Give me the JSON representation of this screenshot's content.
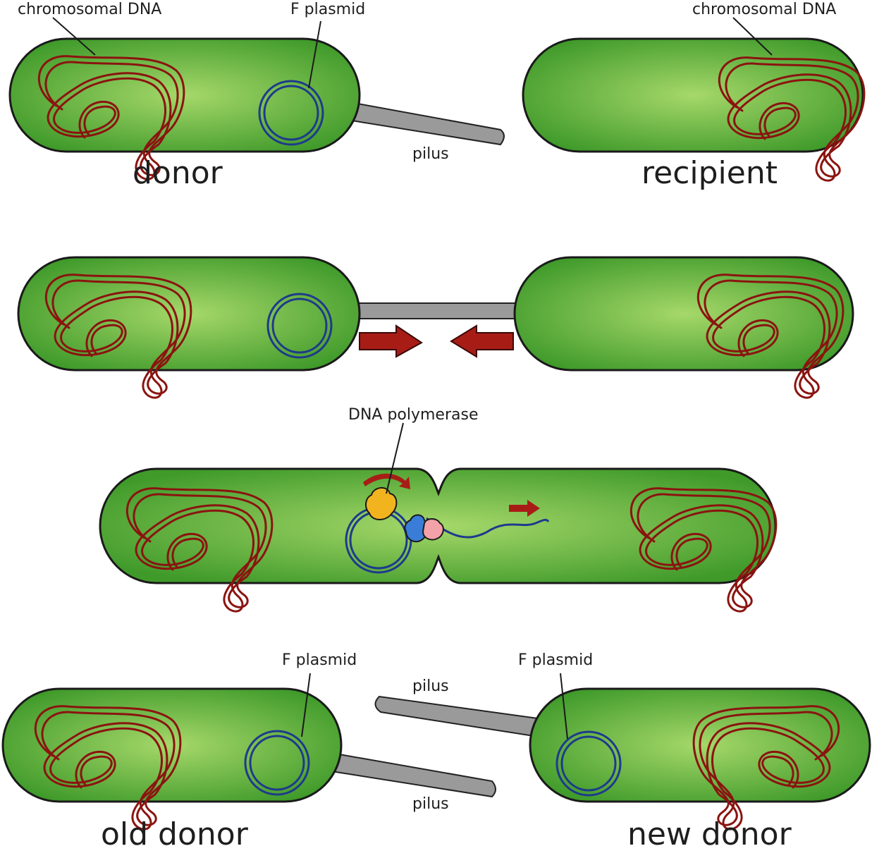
{
  "colors": {
    "cell_center": "#a6d86a",
    "cell_edge": "#3f9a2a",
    "chromosome": "#8a1410",
    "plasmid": "#1e3a8c",
    "pilus": "#9a9a9a",
    "arrow": "#a81c16",
    "polymerase": "#f2b41e",
    "relaxase_blue": "#3a7dd8",
    "relaxase_pink": "#f2a2a8"
  },
  "labels": {
    "stage1": {
      "chromosomal_dna_left": "chromosomal DNA",
      "f_plasmid": "F plasmid",
      "chromosomal_dna_right": "chromosomal DNA",
      "pilus": "pilus",
      "donor": "donor",
      "recipient": "recipient"
    },
    "stage3": {
      "dna_polymerase": "DNA polymerase"
    },
    "stage4": {
      "f_plasmid_left": "F plasmid",
      "f_plasmid_right": "F plasmid",
      "pilus_top": "pilus",
      "pilus_bottom": "pilus",
      "old_donor": "old donor",
      "new_donor": "new donor"
    }
  }
}
